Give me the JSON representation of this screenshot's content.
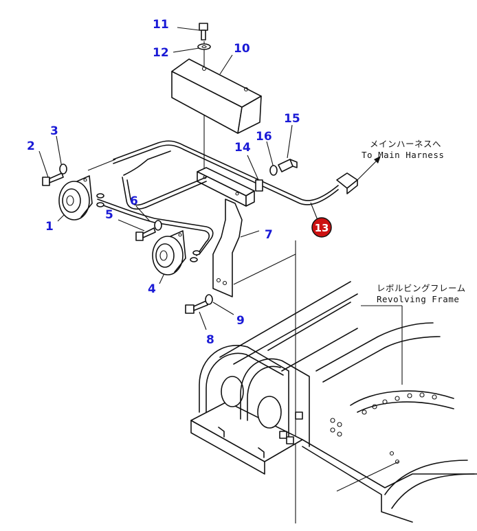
{
  "callouts": {
    "c1": "1",
    "c2": "2",
    "c3": "3",
    "c4": "4",
    "c5": "5",
    "c6": "6",
    "c7": "7",
    "c8": "8",
    "c9": "9",
    "c10": "10",
    "c11": "11",
    "c12": "12",
    "c13": "13",
    "c14": "14",
    "c15": "15",
    "c16": "16"
  },
  "notes": {
    "main_harness_jp": "メインハーネスへ",
    "main_harness_en": "To Main Harness",
    "frame_jp": "レボルビングフレーム",
    "frame_en": "Revolving Frame"
  },
  "colors": {
    "callout_text": "#1a1ad6",
    "highlight_badge": "#cc1111",
    "line": "#111111"
  }
}
